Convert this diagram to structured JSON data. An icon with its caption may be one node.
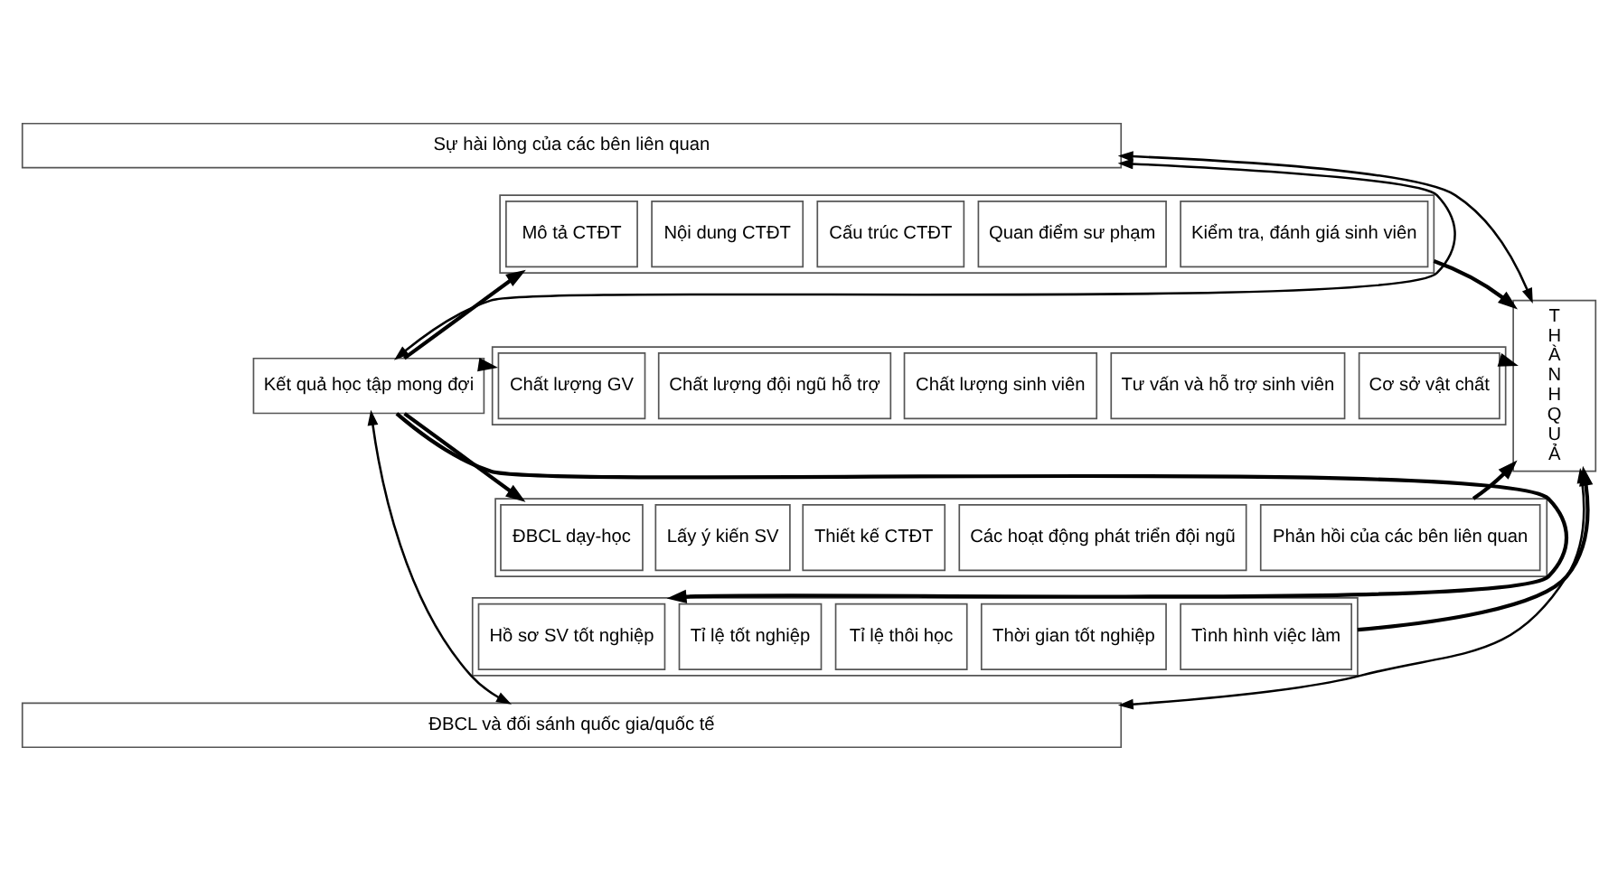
{
  "diagram": {
    "nodes": [
      {
        "text": [
          "Sự hài lòng của các bên liên quan"
        ]
      },
      {
        "text": [
          "Kết quả học tập mong đợi"
        ]
      },
      {
        "text": [],
        "shape": "box"
      },
      {
        "text": [
          "Mô tả CTĐT"
        ],
        "in": 2
      },
      {
        "text": [
          "Nội dung CTĐT"
        ],
        "in": 2
      },
      {
        "text": [
          "Cấu trúc CTĐT"
        ],
        "in": 2
      },
      {
        "text": [
          "Quan điểm sư phạm"
        ],
        "in": 2
      },
      {
        "text": [
          "Kiểm tra, đánh giá sinh viên"
        ],
        "in": 2
      },
      {
        "text": [],
        "shape": "box"
      },
      {
        "text": [
          "Chất lượng GV"
        ],
        "in": 8
      },
      {
        "text": [
          "Chất lượng đội ngũ hỗ trợ"
        ],
        "in": 8
      },
      {
        "text": [
          "Chất lượng sinh viên"
        ],
        "in": 8
      },
      {
        "text": [
          "Tư vấn và hỗ trợ sinh viên"
        ],
        "in": 8
      },
      {
        "text": [
          "Cơ sở vật chất"
        ],
        "in": 8
      },
      {
        "text": [],
        "shape": "box"
      },
      {
        "text": [
          "ĐBCL dạy-học"
        ],
        "in": 14
      },
      {
        "text": [
          "Lấy ý kiến SV"
        ],
        "in": 14
      },
      {
        "text": [
          "Thiết kế CTĐT"
        ],
        "in": 14
      },
      {
        "text": [
          "Các hoạt động phát triển đội ngũ"
        ],
        "in": 14
      },
      {
        "text": [
          "Phản hồi của các bên liên quan"
        ],
        "in": 14
      },
      {
        "text": [],
        "shape": "box"
      },
      {
        "text": [
          "Hồ sơ SV tốt nghiệp"
        ],
        "in": 20
      },
      {
        "text": [
          "Tỉ lệ tốt nghiệp"
        ],
        "in": 20
      },
      {
        "text": [
          "Tỉ lệ thôi học"
        ],
        "in": 20
      },
      {
        "text": [
          "Thời gian tốt nghiệp"
        ],
        "in": 20
      },
      {
        "text": [
          "Tình hình việc làm"
        ],
        "in": 20
      },
      {
        "text": [
          "T H À N H Q U Ả"
        ]
      },
      {
        "text": [
          "ĐBCL và đối sánh quốc gia/quốc tế"
        ]
      }
    ],
    "edges": [
      {
        "from": 1,
        "to": 0,
        "arrow": "both"
      },
      {
        "from": 26,
        "to": 0,
        "arrow": "both"
      },
      {
        "from": 1,
        "to": 2,
        "arrow": "to"
      },
      {
        "from": 1,
        "to": 8,
        "arrow": "to"
      },
      {
        "from": 1,
        "to": 14,
        "arrow": "to"
      },
      {
        "from": 1,
        "to": 20,
        "arrow": "to"
      },
      {
        "from": 2,
        "to": 26,
        "arrow": "to"
      },
      {
        "from": 8,
        "to": 26,
        "arrow": "to"
      },
      {
        "from": 14,
        "to": 26,
        "arrow": "to"
      },
      {
        "from": 20,
        "to": 26,
        "arrow": "to"
      },
      {
        "from": 1,
        "to": 27,
        "arrow": "both"
      },
      {
        "from": 26,
        "to": 27,
        "arrow": "both"
      }
    ]
  }
}
